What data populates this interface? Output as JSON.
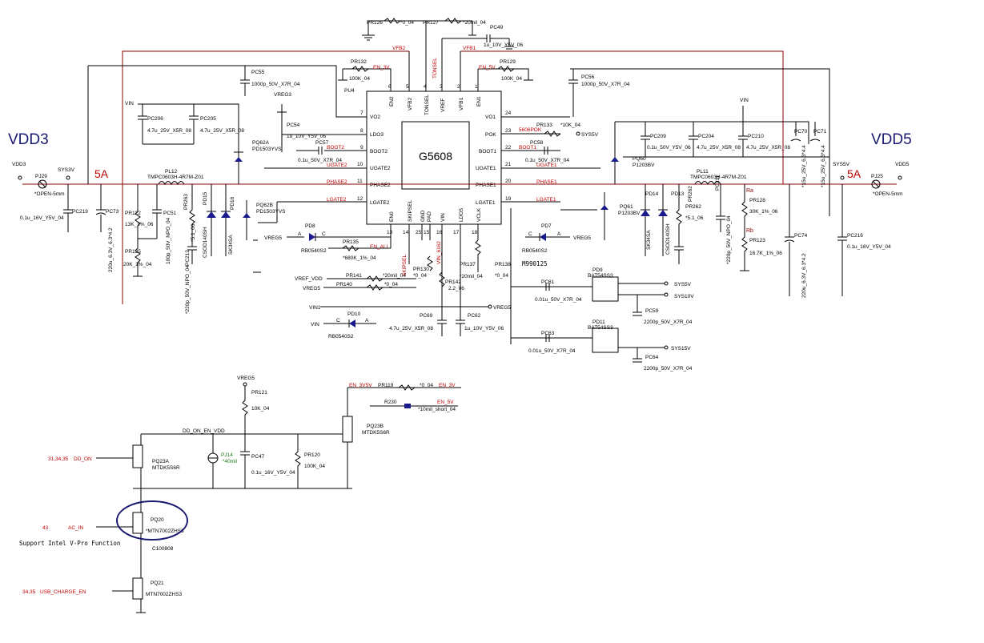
{
  "chip": {
    "name": "G5608",
    "ref": "PU4"
  },
  "rails": {
    "left_title": "VDD3",
    "right_title": "VDD5",
    "left_current": "5A",
    "right_current": "5A"
  },
  "pins_top": [
    {
      "num": "6",
      "name": "EN2"
    },
    {
      "num": "5",
      "name": "VFB2"
    },
    {
      "num": "4",
      "name": "TONSEL"
    },
    {
      "num": "3",
      "name": "VREF"
    },
    {
      "num": "2",
      "name": "VFB1"
    },
    {
      "num": "1",
      "name": "EN1"
    }
  ],
  "pins_left": [
    {
      "num": "7",
      "name": "VO2"
    },
    {
      "num": "8",
      "name": "LDO3"
    },
    {
      "num": "9",
      "name": "BOOT2"
    },
    {
      "num": "10",
      "name": "UGATE2"
    },
    {
      "num": "11",
      "name": "PHASE2"
    },
    {
      "num": "12",
      "name": "LGATE2"
    }
  ],
  "pins_right": [
    {
      "num": "24",
      "name": "VO1"
    },
    {
      "num": "23",
      "name": "POK"
    },
    {
      "num": "22",
      "name": "BOOT1"
    },
    {
      "num": "21",
      "name": "UGATE1"
    },
    {
      "num": "20",
      "name": "PHASE1"
    },
    {
      "num": "19",
      "name": "LGATE1"
    }
  ],
  "pins_bottom": [
    {
      "num": "13",
      "name": "EN0"
    },
    {
      "num": "14",
      "name": "SKIPSEL"
    },
    {
      "num": "15",
      "name": "GND"
    },
    {
      "num": "25",
      "name": "PAD"
    },
    {
      "num": "16",
      "name": "VIN"
    },
    {
      "num": "17",
      "name": "LDO5"
    },
    {
      "num": "18",
      "name": "VCLK"
    }
  ],
  "labels": {
    "pr126": "PR126",
    "pr126v": "*0_04",
    "pr127": "PR127",
    "pr127v": "*20mil_04",
    "pc49": "PC49",
    "pc49v": "1u_10V_Y5V_06",
    "vfb2": "VFB2",
    "tonsel": "TONSEL",
    "vfb1": "VFB1",
    "pr132": "PR132",
    "pr132v": "100K_04",
    "en3v": "EN_3V",
    "pr129": "PR129",
    "pr129v": "100K_04",
    "en5v": "EN_5V",
    "pc55": "PC55",
    "pc55v": "1000p_50V_X7R_04",
    "pc56": "PC56",
    "pc56v": "1000p_50V_X7R_04",
    "vreg3": "VREG3",
    "pc54": "PC54",
    "pc54v": "1u_10V_Y5V_06",
    "pc57": "PC57",
    "pc57v": "0.1u_50V_X7R_04",
    "boot2": "BOOT2",
    "ugate2": "UGATE2",
    "phase2": "PHASE2",
    "lgate2": "LGATE2",
    "boot1": "BOOT1",
    "ugate1": "UGATE1",
    "phase1": "PHASE1",
    "lgate1": "LGATE1",
    "pr133": "PR133",
    "pr133v": "*10K_04",
    "sys5v_pok": "SYS5V",
    "pok5": "5606POK",
    "pc58": "PC58",
    "pc58v": "0.1u_50V_X7R_04",
    "vin_l": "VIN",
    "pc206": "PC206",
    "pc206v": "4.7u_25V_X5R_08",
    "pc205": "PC205",
    "pc205v": "4.7u_25V_X5R_08",
    "pq62a": "PQ62A",
    "pq62av": "PD1503YVS",
    "pq62b": "PQ62B",
    "pq62bv": "PD1503YVS",
    "vin_r": "VIN",
    "pc209": "PC209",
    "pc209v": "0.1u_50V_Y5V_06",
    "pc204": "PC204",
    "pc204v": "4.7u_25V_X5R_08",
    "pc210": "PC210",
    "pc210v": "4.7u_25V_X5R_08",
    "pc70": "PC70",
    "pc71": "PC71",
    "pc70v": "*15u_25V_6.3*4.4",
    "pc71v": "*15u_25V_6.3*4.4",
    "pq60": "PQ60",
    "pq60v": "P1203BV",
    "pq61": "PQ61",
    "pq61v": "P1203BV",
    "vdd3": "VDD3",
    "pj29": "PJ29",
    "pj29v": "*OPEN-5mm",
    "sys3v": "SYS3V",
    "pc219": "PC219",
    "pc219v": "0.1u_16V_Y5V_04",
    "pc73": "PC73",
    "pc73v": "220u_6.3V_6.3*4.2",
    "pl12": "PL12",
    "pl12v": "TMPC0603H-4R7M-Z01",
    "pr122": "PR122",
    "pr122v": "13K_1%_06",
    "pr125": "PR125",
    "pr125v": "20K_1%_04",
    "pc51": "PC51",
    "pc51v": "100p_50V_NPO_04",
    "pr263": "PR263",
    "pr263v": "*5.1_06",
    "pc212": "PC212",
    "pc212v": "*220p_50V_NPO_04",
    "pd15": "PD15",
    "pd15v": "CSOD140SH",
    "pd16": "PD16",
    "pd16v": "SK34SA",
    "vdd5": "VDD5",
    "sys5v": "SYS5V",
    "pj25": "PJ25",
    "pj25v": "*OPEN-5mm",
    "pl11": "PL11",
    "pl11v": "TMPC0603H-4R7M-Z01",
    "ra": "Ra",
    "rb": "Rb",
    "pr128": "PR128",
    "pr128v": "30K_1%_06",
    "pr123": "PR123",
    "pr123v": "16.7K_1%_06",
    "pc74": "PC74",
    "pc74v": "220u_6.3V_6.3*4.2",
    "pc216": "PC216",
    "pc216v": "0.1u_16V_Y5V_04",
    "pd14": "PD14",
    "pd14v": "SK34SA",
    "pd13": "PD13",
    "pd13v": "CSOD140SH",
    "pr262": "PR262",
    "pr262v": "*5.1_06",
    "pc211": "PC211",
    "pc211v": "*220p_50V_NPO_04",
    "pd8": "PD8",
    "pd8v": "RB0540S2",
    "vreg5a": "VREG5",
    "a": "A",
    "c": "C",
    "pr135": "PR135",
    "pr135v": "*680K_1%_04",
    "en_all": "EN_ALL",
    "pd7": "PD7",
    "pd7v": "RB0540S2",
    "vreg5b": "VREG5",
    "vref_vdd": "VREF_VDD",
    "pr141": "PR141",
    "pr141v": "*20mil_04",
    "vreg5c": "VREG5",
    "pr140": "PR140",
    "pr140v": "*0_04",
    "skipsel": "SKIPSEL",
    "vin6162": "VIN_6162",
    "pr130": "PR130",
    "pr130v": "*0_04",
    "pr142": "PR142",
    "pr142v": "2.2_06",
    "vin1": "VIN1",
    "vreg5d": "VREG5",
    "vin_pd10": "VIN",
    "pd10": "PD10",
    "pd10v": "RB0540S2",
    "pc69": "PC69",
    "pc69v": "4.7u_25V_X5R_08",
    "pc62": "PC62",
    "pc62v": "1u_10V_Y5V_06",
    "pr137": "PR137",
    "pr137v": "*20mil_04",
    "pr138": "PR138",
    "pr138v": "*0_04",
    "m": "M990125",
    "pd9": "PD9",
    "pd9v": "BAT54SS3",
    "pc61": "PC61",
    "pc61v": "0.01u_50V_X7R_04",
    "sys5v2": "SYS5V",
    "sys10v": "SYS10V",
    "pc59": "PC59",
    "pc59v": "2200p_50V_X7R_04",
    "pd11": "PD11",
    "pd11v": "BAT54SS3",
    "pc63": "PC63",
    "pc63v": "0.01u_50V_X7R_04",
    "sys15v": "SYS15V",
    "pc64": "PC64",
    "pc64v": "2200p_50V_X7R_04",
    "vreg5e": "VREG5",
    "pr121": "PR121",
    "pr121v": "10K_04",
    "en_3v5v": "EN_3V5V",
    "pr119": "PR119",
    "pr119v": "*0_04",
    "en_3v2": "EN_3V",
    "r230": "R230",
    "en_5v2": "EN_5V",
    "r230v": "*10mil_short_04",
    "dd_on_en_vdd": "DD_ON_EN_VDD",
    "pq23b": "PQ23B",
    "pq23bv": "MTDK5S6R",
    "net_313435": "31,34,35",
    "dd_on": "DD_ON",
    "pq23a": "PQ23A",
    "pq23av": "MTDK5S6R",
    "pj14": "PJ14",
    "pj14v": "*40mil",
    "pc47": "PC47",
    "pc47v": "0.1u_16V_Y5V_04",
    "pr120": "PR120",
    "pr120v": "100K_04",
    "net43": "43",
    "ac_in": "AC_IN",
    "pq20": "PQ20",
    "pq20v": "*MTN7002ZHS3",
    "vpro": "Support Intel V-Pro Function",
    "c100808": "C100808",
    "net3435": "34,35",
    "usb_en": "USB_CHARGE_EN",
    "pq21": "PQ21",
    "pq21v": "MTN7002ZHS3"
  }
}
